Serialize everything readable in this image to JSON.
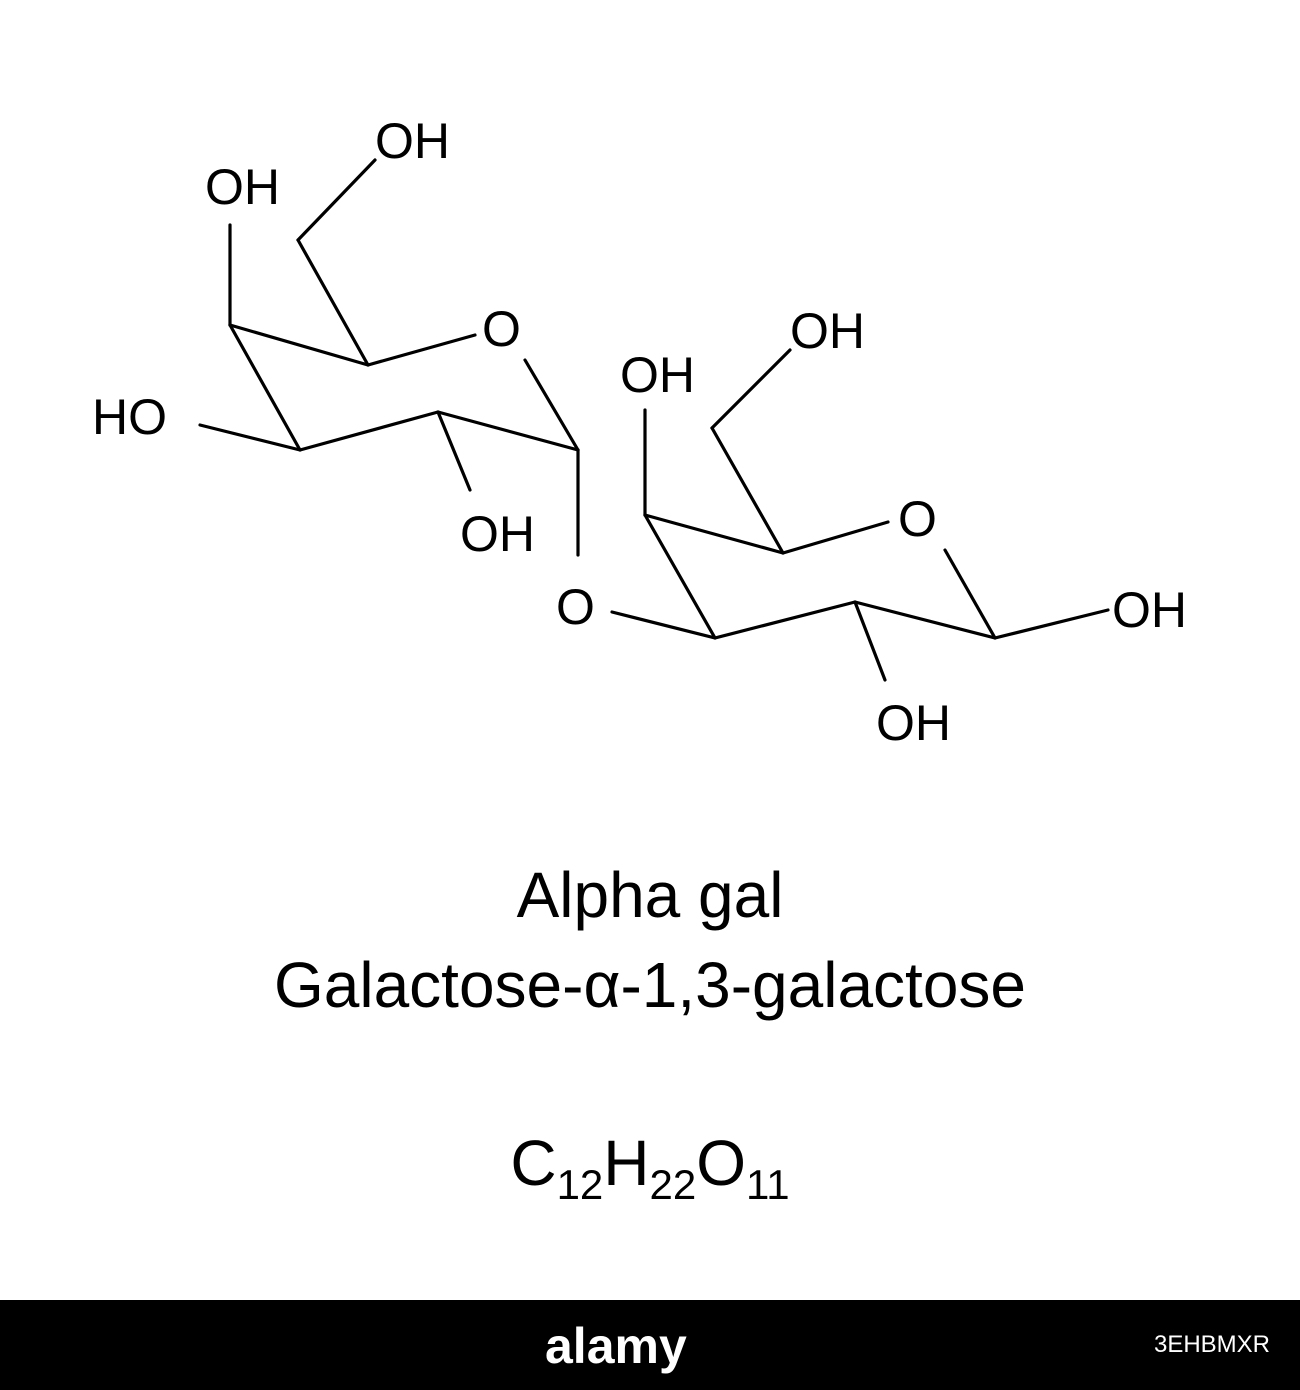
{
  "diagram": {
    "atoms": [
      {
        "id": "r1_oh_ch2",
        "text": "OH"
      },
      {
        "id": "r1_oh_c4",
        "text": "OH"
      },
      {
        "id": "r1_o_ring",
        "text": "O"
      },
      {
        "id": "r1_ho_c3",
        "text": "HO"
      },
      {
        "id": "r1_oh_c2",
        "text": "OH"
      },
      {
        "id": "link_o",
        "text": "O"
      },
      {
        "id": "r2_oh_ch2",
        "text": "OH"
      },
      {
        "id": "r2_oh_c4",
        "text": "OH"
      },
      {
        "id": "r2_o_ring",
        "text": "O"
      },
      {
        "id": "r2_oh_c1",
        "text": "OH"
      },
      {
        "id": "r2_oh_c2",
        "text": "OH"
      }
    ]
  },
  "captions": {
    "common_name": "Alpha gal",
    "systematic_name": "Galactose-α-1,3-galactose",
    "formula": {
      "parts": [
        {
          "element": "C",
          "count": "12"
        },
        {
          "element": "H",
          "count": "22"
        },
        {
          "element": "O",
          "count": "11"
        }
      ]
    }
  },
  "footer": {
    "logo": "alamy",
    "image_id": "3EHBMXR",
    "background_color": "#000000",
    "text_color": "#ffffff"
  }
}
